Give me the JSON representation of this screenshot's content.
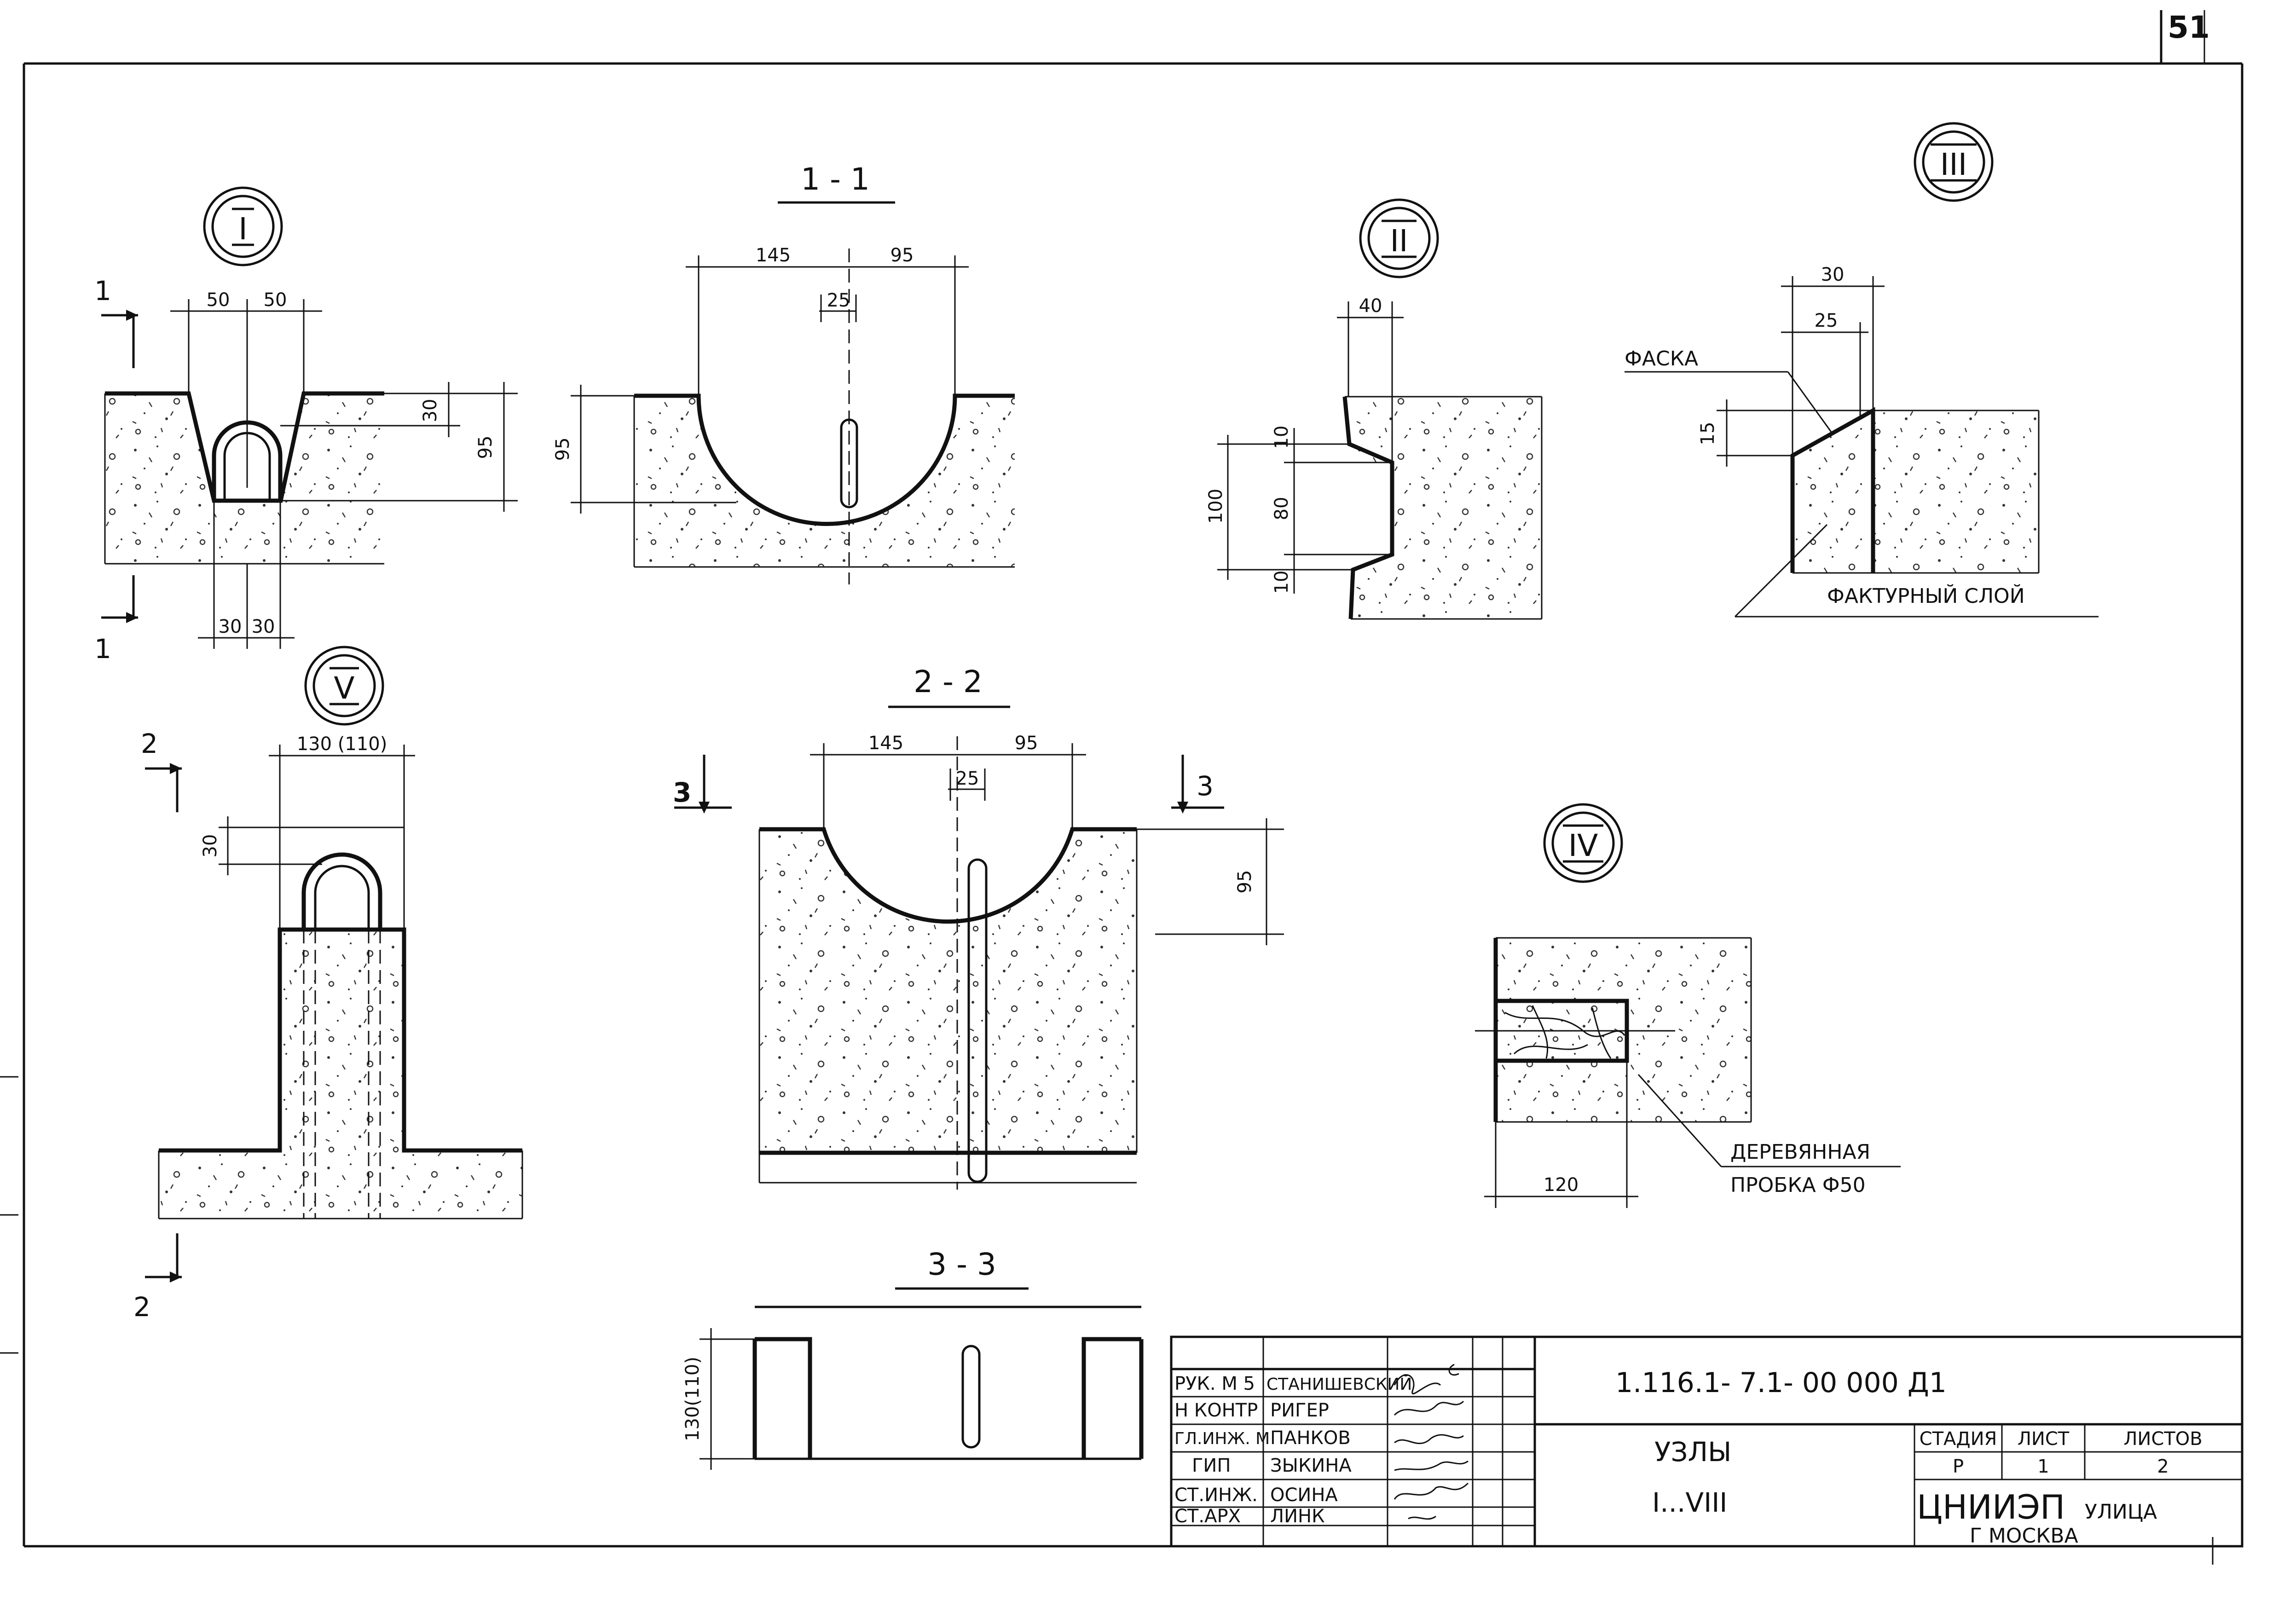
{
  "sheet": {
    "number": "51"
  },
  "node_markers": {
    "I": "I",
    "II": "II",
    "III": "III",
    "IV": "IV",
    "V": "V"
  },
  "section_titles": {
    "s1": "1 - 1",
    "s2": "2 - 2",
    "s3": "3 - 3"
  },
  "cut_marks": {
    "one": "1",
    "two": "2",
    "three": "3"
  },
  "dims": {
    "d50": "50",
    "d30": "30",
    "d95": "95",
    "d145": "145",
    "d25": "25",
    "d40": "40",
    "d10": "10",
    "d80": "80",
    "d100": "100",
    "d15": "15",
    "d120": "120",
    "d130_110": "130 (110)",
    "d130_110_compact": "130(110)"
  },
  "labels": {
    "faska": "ФАСКА",
    "fakturny": "ФАКТУРНЫЙ СЛОЙ",
    "wood_plug_1": "ДЕРЕВЯННАЯ",
    "wood_plug_2": "ПРОБКА Ф50"
  },
  "title_block": {
    "doc_code": "1.116.1- 7.1- 00 000 Д1",
    "title_1": "УЗЛЫ",
    "title_2": "I...VIII",
    "stage_header": "СТАДИЯ",
    "sheet_header": "ЛИСТ",
    "sheets_header": "ЛИСТОВ",
    "stage": "Р",
    "sheet": "1",
    "sheets": "2",
    "org_1": "ЦНИИЭП",
    "org_2": "УЛИЦА",
    "org_3": "Г МОСКВА",
    "staff": [
      {
        "role": "РУК. М 5",
        "name": "СТАНИШЕВСКИЙ"
      },
      {
        "role": "Н КОНТР",
        "name": "РИГЕР"
      },
      {
        "role": "ГЛ.ИНЖ. М",
        "name": "ПАНКОВ"
      },
      {
        "role": "ГИП",
        "name": "ЗЫКИНА"
      },
      {
        "role": "СТ.ИНЖ.",
        "name": "ОСИНА"
      },
      {
        "role": "СТ.АРХ",
        "name": "ЛИНК"
      }
    ]
  }
}
